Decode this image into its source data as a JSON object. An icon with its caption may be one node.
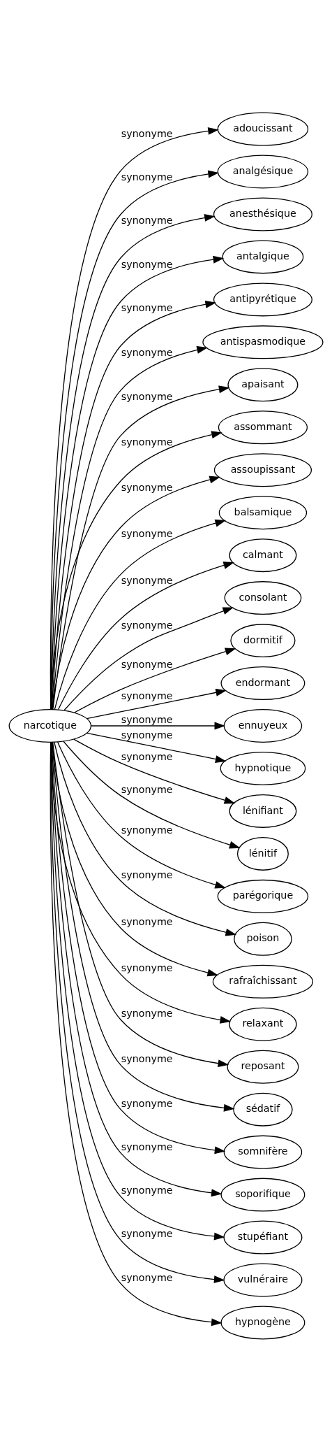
{
  "diagram": {
    "nodes": [
      {
        "text": [
          "narcotique"
        ]
      },
      {
        "text": [
          "adoucissant"
        ]
      },
      {
        "text": [
          "analgésique"
        ]
      },
      {
        "text": [
          "anesthésique"
        ]
      },
      {
        "text": [
          "antalgique"
        ]
      },
      {
        "text": [
          "antipyrétique"
        ]
      },
      {
        "text": [
          "antispasmodique"
        ]
      },
      {
        "text": [
          "apaisant"
        ]
      },
      {
        "text": [
          "assommant"
        ]
      },
      {
        "text": [
          "assoupissant"
        ]
      },
      {
        "text": [
          "balsamique"
        ]
      },
      {
        "text": [
          "calmant"
        ]
      },
      {
        "text": [
          "consolant"
        ]
      },
      {
        "text": [
          "dormitif"
        ]
      },
      {
        "text": [
          "endormant"
        ]
      },
      {
        "text": [
          "ennuyeux"
        ]
      },
      {
        "text": [
          "hypnotique"
        ]
      },
      {
        "text": [
          "lénifiant"
        ]
      },
      {
        "text": [
          "lénitif"
        ]
      },
      {
        "text": [
          "parégorique"
        ]
      },
      {
        "text": [
          "poison"
        ]
      },
      {
        "text": [
          "rafraîchissant"
        ]
      },
      {
        "text": [
          "relaxant"
        ]
      },
      {
        "text": [
          "reposant"
        ]
      },
      {
        "text": [
          "sédatif"
        ]
      },
      {
        "text": [
          "somnifère"
        ]
      },
      {
        "text": [
          "soporifique"
        ]
      },
      {
        "text": [
          "stupéfiant"
        ]
      },
      {
        "text": [
          "vulnéraire"
        ]
      },
      {
        "text": [
          "hypnogène"
        ]
      }
    ],
    "edges": [
      {
        "from": 0,
        "to": 1,
        "arrow": "to",
        "label": "synonyme"
      },
      {
        "from": 0,
        "to": 2,
        "arrow": "to",
        "label": "synonyme"
      },
      {
        "from": 0,
        "to": 3,
        "arrow": "to",
        "label": "synonyme"
      },
      {
        "from": 0,
        "to": 4,
        "arrow": "to",
        "label": "synonyme"
      },
      {
        "from": 0,
        "to": 5,
        "arrow": "to",
        "label": "synonyme"
      },
      {
        "from": 0,
        "to": 6,
        "arrow": "to",
        "label": "synonyme"
      },
      {
        "from": 0,
        "to": 7,
        "arrow": "to",
        "label": "synonyme"
      },
      {
        "from": 0,
        "to": 8,
        "arrow": "to",
        "label": "synonyme"
      },
      {
        "from": 0,
        "to": 9,
        "arrow": "to",
        "label": "synonyme"
      },
      {
        "from": 0,
        "to": 10,
        "arrow": "to",
        "label": "synonyme"
      },
      {
        "from": 0,
        "to": 11,
        "arrow": "to",
        "label": "synonyme"
      },
      {
        "from": 0,
        "to": 12,
        "arrow": "to",
        "label": "synonyme"
      },
      {
        "from": 0,
        "to": 13,
        "arrow": "to",
        "label": "synonyme"
      },
      {
        "from": 0,
        "to": 14,
        "arrow": "to",
        "label": "synonyme"
      },
      {
        "from": 0,
        "to": 15,
        "arrow": "to",
        "label": "synonyme"
      },
      {
        "from": 0,
        "to": 16,
        "arrow": "to",
        "label": "synonyme"
      },
      {
        "from": 0,
        "to": 17,
        "arrow": "to",
        "label": "synonyme"
      },
      {
        "from": 0,
        "to": 18,
        "arrow": "to",
        "label": "synonyme"
      },
      {
        "from": 0,
        "to": 19,
        "arrow": "to",
        "label": "synonyme"
      },
      {
        "from": 0,
        "to": 20,
        "arrow": "to",
        "label": "synonyme"
      },
      {
        "from": 0,
        "to": 21,
        "arrow": "to",
        "label": "synonyme"
      },
      {
        "from": 0,
        "to": 22,
        "arrow": "to",
        "label": "synonyme"
      },
      {
        "from": 0,
        "to": 23,
        "arrow": "to",
        "label": "synonyme"
      },
      {
        "from": 0,
        "to": 24,
        "arrow": "to",
        "label": "synonyme"
      },
      {
        "from": 0,
        "to": 25,
        "arrow": "to",
        "label": "synonyme"
      },
      {
        "from": 0,
        "to": 26,
        "arrow": "to",
        "label": "synonyme"
      },
      {
        "from": 0,
        "to": 27,
        "arrow": "to",
        "label": "synonyme"
      },
      {
        "from": 0,
        "to": 28,
        "arrow": "to",
        "label": "synonyme"
      },
      {
        "from": 0,
        "to": 29,
        "arrow": "to",
        "label": "synonyme"
      }
    ]
  }
}
